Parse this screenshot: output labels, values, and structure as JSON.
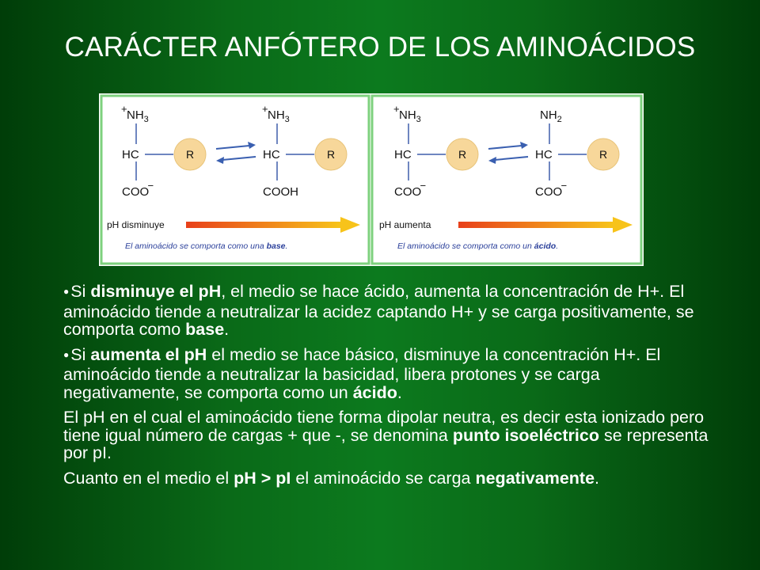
{
  "slide": {
    "title": "CARÁCTER ANFÓTERO DE LOS AMINOÁCIDOS"
  },
  "diagram": {
    "left_panel": {
      "mol1": {
        "top": "NH3",
        "top_charge": "+",
        "center": "HC",
        "group": "R",
        "bottom": "COO",
        "bottom_charge": "−"
      },
      "mol2": {
        "top": "NH3",
        "top_charge": "+",
        "center": "HC",
        "group": "R",
        "bottom": "COOH"
      },
      "ph_label": "pH disminuye",
      "caption_prefix": "El aminoácido se comporta como una ",
      "caption_bold": "base",
      "caption_suffix": "."
    },
    "right_panel": {
      "mol1": {
        "top": "NH3",
        "top_charge": "+",
        "center": "HC",
        "group": "R",
        "bottom": "COO",
        "bottom_charge": "−"
      },
      "mol2": {
        "top": "NH2",
        "center": "HC",
        "group": "R",
        "bottom": "COO",
        "bottom_charge": "−"
      },
      "ph_label": "pH aumenta",
      "caption_prefix": "El aminoácido se comporta como un ",
      "caption_bold": "ácido",
      "caption_suffix": "."
    },
    "colors": {
      "frame": "#7ed17e",
      "r_circle": "#f7d79a",
      "arrow_blue": "#3a5fb0",
      "bond": "#6f86c0",
      "ph_arrow_start": "#e8401a",
      "ph_arrow_end": "#f7c31a",
      "caption": "#2a3f9a"
    }
  },
  "paragraphs": [
    {
      "bullet": true,
      "parts": [
        {
          "t": "Si ",
          "b": false
        },
        {
          "t": "disminuye el pH",
          "b": true
        },
        {
          "t": ", el medio se hace ácido, aumenta la concentración de H+. El aminoácido tiende a neutralizar la acidez captando H+ y se carga positivamente, se comporta como ",
          "b": false
        },
        {
          "t": "base",
          "b": true
        },
        {
          "t": ".",
          "b": false
        }
      ]
    },
    {
      "bullet": true,
      "parts": [
        {
          "t": "Si ",
          "b": false
        },
        {
          "t": "aumenta el pH",
          "b": true
        },
        {
          "t": " el medio se hace básico, disminuye la concentración H+. El aminoácido tiende a neutralizar la basicidad, libera protones y se carga negativamente, se comporta como un ",
          "b": false
        },
        {
          "t": "ácido",
          "b": true
        },
        {
          "t": ".",
          "b": false
        }
      ]
    },
    {
      "bullet": false,
      "parts": [
        {
          "t": "El pH en el cual el aminoácido tiene forma dipolar neutra, es decir esta ionizado pero tiene igual número de cargas + que -, se denomina ",
          "b": false
        },
        {
          "t": "punto isoeléctrico",
          "b": true
        },
        {
          "t": " se representa por pI.",
          "b": false
        }
      ]
    },
    {
      "bullet": false,
      "parts": [
        {
          "t": "Cuanto en el medio el ",
          "b": false
        },
        {
          "t": "pH  > pI",
          "b": true
        },
        {
          "t": " el aminoácido se carga ",
          "b": false
        },
        {
          "t": "negativamente",
          "b": true
        },
        {
          "t": ".",
          "b": false
        }
      ]
    }
  ]
}
